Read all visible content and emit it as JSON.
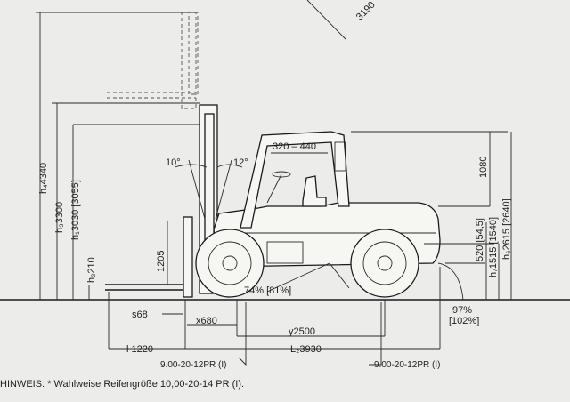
{
  "labels": {
    "dim_3190": "3190",
    "h4": "h₄4340",
    "h3": "h₃3300",
    "h1": "h₁3030 [3055]",
    "h2": "h₂210",
    "angle_10": "10°",
    "angle_12": "12°",
    "cab_range": "320 – 440",
    "dim_1205": "1205",
    "dim_1080": "1080",
    "dim_520": "520 [54,5]",
    "h7": "h₇1515 [1540]",
    "h6": "h₆2615 [2640]",
    "s": "s68",
    "x": "x680",
    "pct_74": "74% [81%]",
    "pct_97": "97%",
    "pct_102": "[102%]",
    "y": "y2500",
    "l": "l 1220",
    "l2": "L₂3930",
    "tire_front": "9.00-20-12PR (I)",
    "tire_rear": "9.00-20-12PR (I)"
  },
  "footer": {
    "note": "HINWEIS: * Wahlweise Reifengröße 10,00-20-14 PR (I)."
  }
}
